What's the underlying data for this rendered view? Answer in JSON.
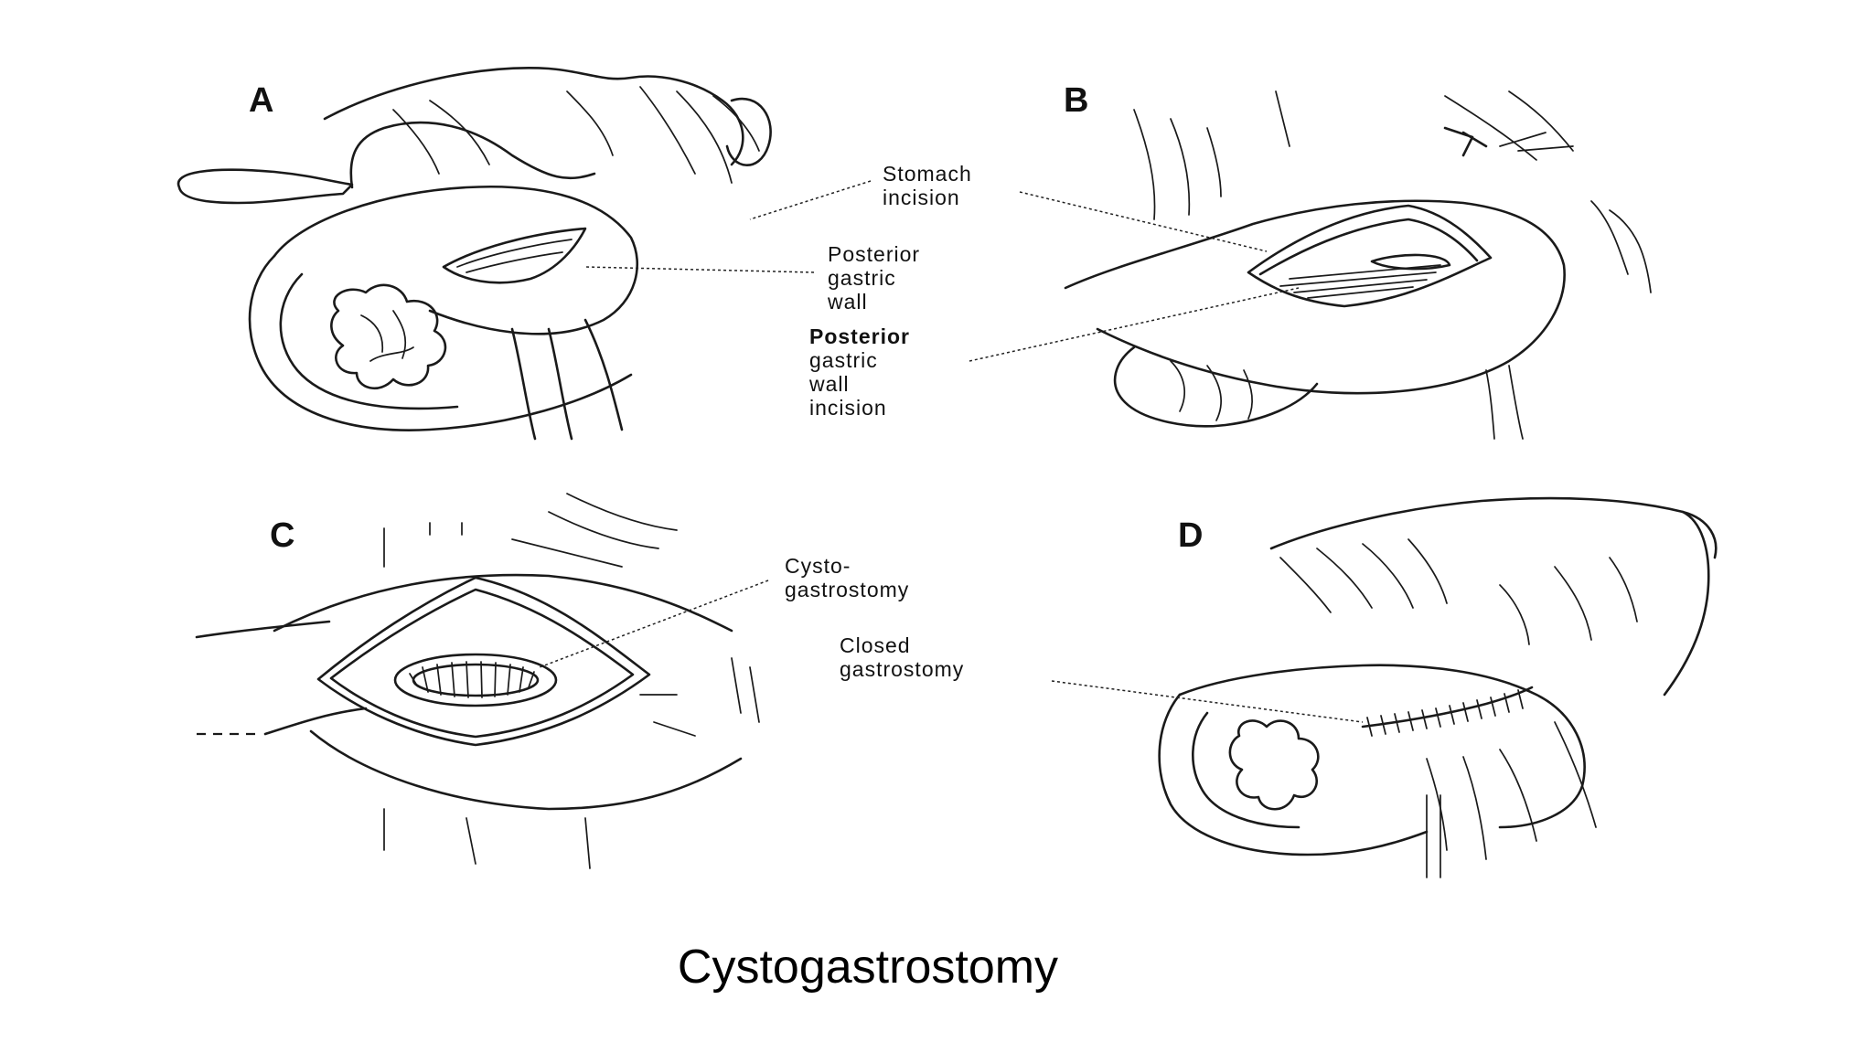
{
  "panels": {
    "a": {
      "letter": "A"
    },
    "b": {
      "letter": "B"
    },
    "c": {
      "letter": "C"
    },
    "d": {
      "letter": "D"
    }
  },
  "labels": {
    "stomach_incision": [
      "Stomach",
      "incision"
    ],
    "posterior_gastric_wall": [
      "Posterior",
      "gastric",
      "wall"
    ],
    "posterior_gastric_wall_incision": [
      "Posterior",
      "gastric",
      "wall",
      "incision"
    ],
    "cystogastrostomy": [
      "Cysto-",
      "gastrostomy"
    ],
    "closed_gastrostomy": [
      "Closed",
      "gastrostomy"
    ]
  },
  "caption": "Cystogastrostomy"
}
